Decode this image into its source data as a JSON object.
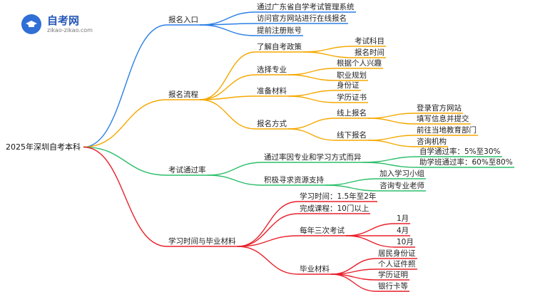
{
  "logo": {
    "title": "自考网",
    "subtitle": "zikao-zikao.com"
  },
  "root": "2025年深圳自考本科",
  "colors": {
    "blue": "#2b7fe6",
    "orange": "#f5a800",
    "green": "#2cbf6a",
    "red": "#e8212b"
  },
  "branches": [
    {
      "label": "报名入口",
      "color": "blue",
      "children": [
        {
          "label": "通过广东省自学考试管理系统"
        },
        {
          "label": "访问官方网站进行在线报名"
        },
        {
          "label": "提前注册账号"
        }
      ]
    },
    {
      "label": "报名流程",
      "color": "orange",
      "children": [
        {
          "label": "了解自考政策",
          "children": [
            {
              "label": "考试科目"
            },
            {
              "label": "报名时间"
            }
          ]
        },
        {
          "label": "选择专业",
          "children": [
            {
              "label": "根据个人兴趣"
            },
            {
              "label": "职业规划"
            }
          ]
        },
        {
          "label": "准备材料",
          "children": [
            {
              "label": "身份证"
            },
            {
              "label": "学历证书"
            }
          ]
        },
        {
          "label": "报名方式",
          "children": [
            {
              "label": "线上报名",
              "children": [
                {
                  "label": "登录官方网站"
                },
                {
                  "label": "填写信息并提交"
                }
              ]
            },
            {
              "label": "线下报名",
              "children": [
                {
                  "label": "前往当地教育部门"
                },
                {
                  "label": "咨询机构"
                }
              ]
            }
          ]
        }
      ]
    },
    {
      "label": "考试通过率",
      "color": "green",
      "children": [
        {
          "label": "通过率因专业和学习方式而异",
          "children": [
            {
              "label": "自学通过率：5%至30%"
            },
            {
              "label": "助学班通过率：60%至80%"
            }
          ]
        },
        {
          "label": "积极寻求资源支持",
          "children": [
            {
              "label": "加入学习小组"
            },
            {
              "label": "咨询专业老师"
            }
          ]
        }
      ]
    },
    {
      "label": "学习时间与毕业材料",
      "color": "red",
      "children": [
        {
          "label": "学习时间：1.5年至2年"
        },
        {
          "label": "完成课程：10门以上"
        },
        {
          "label": "每年三次考试",
          "children": [
            {
              "label": "1月"
            },
            {
              "label": "4月"
            },
            {
              "label": "10月"
            }
          ]
        },
        {
          "label": "毕业材料",
          "children": [
            {
              "label": "居民身份证"
            },
            {
              "label": "个人证件照"
            },
            {
              "label": "学历证明"
            },
            {
              "label": "银行卡等"
            }
          ]
        }
      ]
    }
  ]
}
